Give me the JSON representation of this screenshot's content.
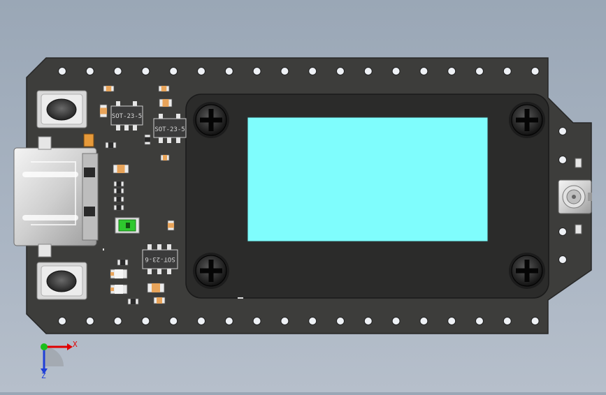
{
  "view": {
    "background": "#a3afbe",
    "axes": {
      "x_label": "X",
      "z_label": "Z"
    }
  },
  "board": {
    "pcb_color": "#3d3d3b",
    "oled_bezel_color": "#2c2c2b",
    "screen_color": "#7ffdfd",
    "chips": [
      {
        "name": "sot-23-5-chip-1",
        "label": "SOT-23-5"
      },
      {
        "name": "sot-23-5-chip-2",
        "label": "SOT-23-5"
      },
      {
        "name": "sot-23-6-chip",
        "label": "SOT-23-6",
        "rotated": true
      }
    ],
    "buttons": [
      "reset-button",
      "boot-button"
    ],
    "usb_port": "usb-c-port",
    "antenna_connector": "ipex-antenna-connector",
    "status_led_color": "#2ec82e",
    "mounting_screws": 4
  }
}
